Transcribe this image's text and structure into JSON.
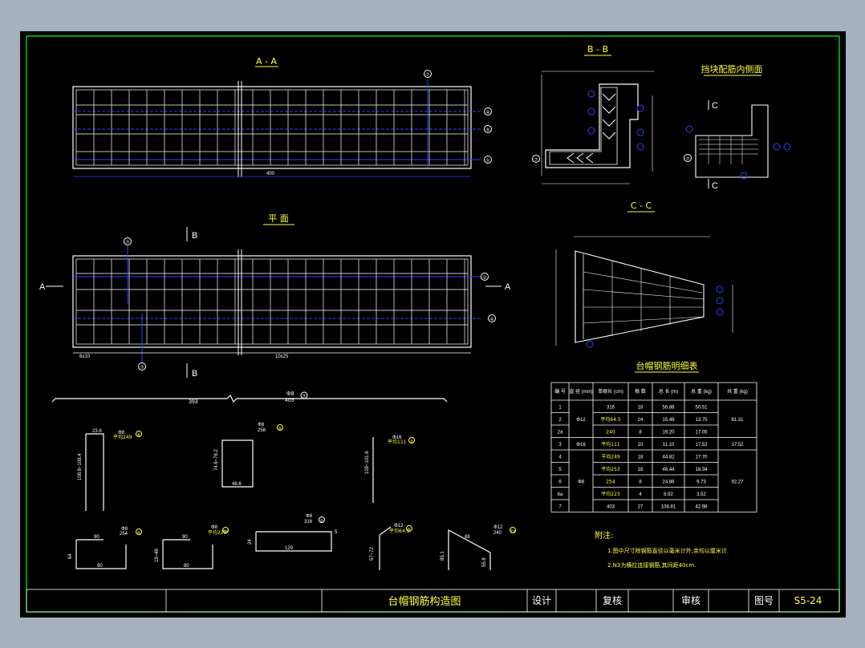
{
  "views": {
    "aa_title": "A - A",
    "bb_title": "B - B",
    "plan_title": "平 面",
    "cc_title": "C - C",
    "side_title": "挡块配筋内侧面",
    "table_title": "台帽钢筋明细表"
  },
  "section_marks": {
    "A": "A",
    "B": "B",
    "C": "C"
  },
  "callouts": [
    "⑦",
    "④",
    "⑤",
    "①",
    "⑥",
    "②",
    "③"
  ],
  "aa_dim": "400",
  "plan_dims": {
    "left": "6x10",
    "right": "10x25"
  },
  "bars": {
    "long_bar": {
      "len": "393",
      "spec": "Φ8",
      "total": "403",
      "ref": "⑦"
    },
    "bar6": {
      "dim_top": "23.6",
      "dim_left": "108.8~108.4",
      "spec": "Φ8",
      "avg": "平均249",
      "ref": "⑥"
    },
    "bar5": {
      "dim_left": "74.6~76.2",
      "dim_bottom": "48.6",
      "spec": "Φ8",
      "total": "258",
      "ref": "⑤"
    },
    "bar3": {
      "dim_left": "109~101.6",
      "spec": "Φ16",
      "avg": "平均111",
      "ref": "③"
    },
    "bar4": {
      "dim_top": "90",
      "dim_left": "64",
      "dim_bottom": "90",
      "spec": "Φ8",
      "total": "254",
      "ref": "④"
    },
    "bar4a": {
      "dim_top": "90",
      "dim_left": "19~46",
      "dim_bottom": "80",
      "spec": "Φ8",
      "avg": "平均223",
      "ref": "⑥a"
    },
    "bar1": {
      "dim_left": "24",
      "dim_mid": "129",
      "dim_right": "5",
      "spec": "Φ8",
      "total": "316",
      "ref": "①"
    },
    "bar2": {
      "dim_left": "57~72",
      "spec": "Φ12",
      "avg": "平均64.5",
      "ref": "②"
    },
    "bar2a": {
      "dim_left": "85.1",
      "dim_right": "55.8",
      "dim_top": "88",
      "spec": "Φ12",
      "total": "240",
      "ref": "②a"
    }
  },
  "table": {
    "headers": [
      "编 号",
      "直 径 (mm)",
      "单根长 (cm)",
      "根 数",
      "总 长 (m)",
      "总 重 (kg)",
      "共 重 (kg)"
    ],
    "rows": [
      [
        "1",
        "",
        "316",
        "18",
        "56.88",
        "50.51",
        ""
      ],
      [
        "2",
        "Φ12",
        "平均64.5",
        "24",
        "15.48",
        "13.75",
        "81.31"
      ],
      [
        "2a",
        "",
        "240",
        "8",
        "19.20",
        "17.05",
        ""
      ],
      [
        "3",
        "Φ16",
        "平均111",
        "10",
        "11.10",
        "17.52",
        "17.52"
      ],
      [
        "4",
        "",
        "平均249",
        "18",
        "44.82",
        "17.70",
        ""
      ],
      [
        "5",
        "",
        "平均253",
        "18",
        "46.44",
        "18.34",
        ""
      ],
      [
        "6",
        "Φ8",
        "254",
        "8",
        "24.86",
        "9.73",
        "92.27"
      ],
      [
        "6a",
        "",
        "平均223",
        "4",
        "8.92",
        "3.52",
        ""
      ],
      [
        "7",
        "",
        "403",
        "27",
        "108.81",
        "42.98",
        ""
      ]
    ]
  },
  "notes": {
    "title": "附注:",
    "items": [
      "1.图中尺寸除钢筋直径以毫米计外,余均以厘米计.",
      "2.N3为横拉连接钢筋,其间距40cm."
    ]
  },
  "titleblock": {
    "name": "台帽钢筋构造图",
    "design": "设计",
    "review": "复核",
    "audit": "审核",
    "drawing_no_label": "图号",
    "drawing_no": "S5-24"
  },
  "colors": {
    "background": "#000000",
    "line_white": "#ffffff",
    "line_blue": "#3040ff",
    "text_yellow": "#ffff40",
    "border_green": "#00ff00",
    "outer": "#a6b0bf"
  }
}
